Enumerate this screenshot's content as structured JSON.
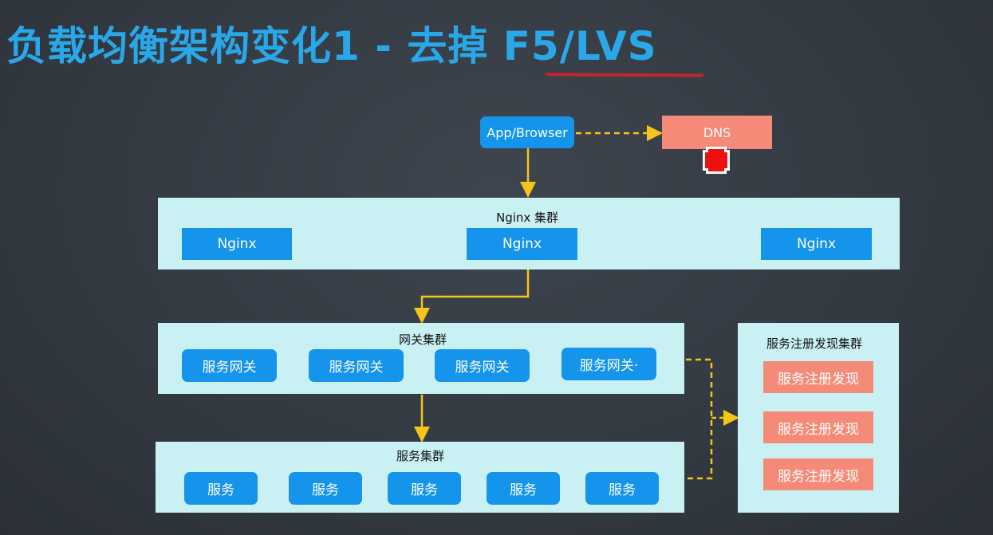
{
  "title": "负载均衡架构变化1 - 去掉 F5/LVS",
  "colors": {
    "title": "#2aa7e8",
    "panel": "#c9f1f4",
    "blue_box": "#1494eb",
    "salmon_box": "#f58a78",
    "arrow": "#f5c518",
    "underline": "#c0262b"
  },
  "client": {
    "label": "App/Browser"
  },
  "dns": {
    "label": "DNS"
  },
  "nginx_cluster": {
    "label": "Nginx 集群",
    "nodes": [
      "Nginx",
      "Nginx",
      "Nginx"
    ]
  },
  "gateway_cluster": {
    "label": "网关集群",
    "nodes": [
      "服务网关",
      "服务网关",
      "服务网关",
      "服务网关·"
    ]
  },
  "service_cluster": {
    "label": "服务集群",
    "nodes": [
      "服务",
      "服务",
      "服务",
      "服务",
      "服务"
    ]
  },
  "registry_cluster": {
    "label": "服务注册发现集群",
    "nodes": [
      "服务注册发现",
      "服务注册发现",
      "服务注册发现"
    ]
  }
}
